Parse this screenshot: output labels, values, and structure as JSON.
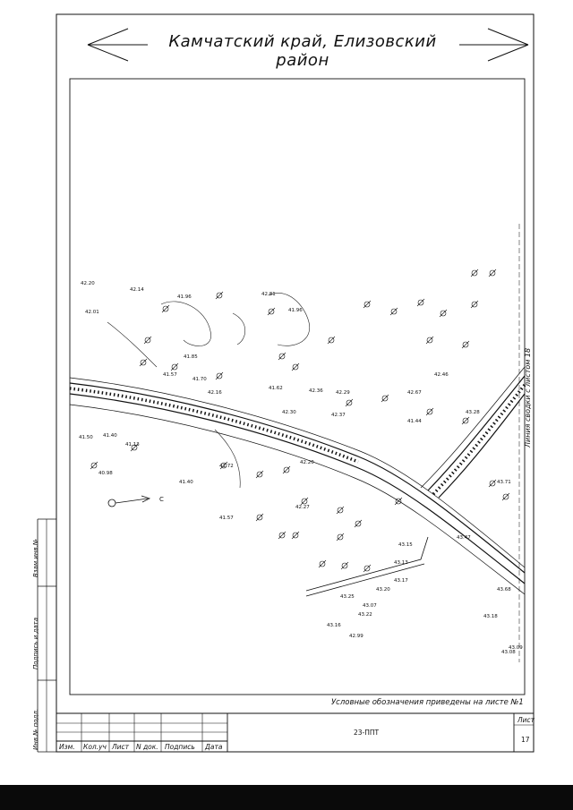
{
  "header": {
    "title": "Камчатский край, Елизовский район"
  },
  "map": {
    "side_note": "Линия сводки с листом 18",
    "spot_heights": [
      "42.20",
      "42.14",
      "41.96",
      "41.96",
      "42.01",
      "42.81",
      "41.85",
      "41.57",
      "41.70",
      "42.16",
      "41.62",
      "41.50",
      "41.40",
      "41.13",
      "40.98",
      "41.72",
      "41.57",
      "41.40",
      "42.36",
      "42.37",
      "42.30",
      "42.20",
      "42.29",
      "42.27",
      "42.46",
      "41.44",
      "43.15",
      "43.20",
      "43.13",
      "43.16",
      "42.99",
      "43.07",
      "43.22",
      "43.25",
      "43.17",
      "43.47",
      "43.18",
      "43.08",
      "43.09",
      "43.68",
      "43.71",
      "43.28",
      "42.67"
    ],
    "north_label": "С"
  },
  "note": "Условные обозначения приведены на листе №1",
  "side_columns": {
    "inv_orig": "Инв.№ подл.",
    "sign_date": "Подпись и дата",
    "inv_repl": "Взам.инв.№"
  },
  "title_block": {
    "headers": [
      "Изм.",
      "Кол.уч",
      "Лист",
      "N док.",
      "Подпись",
      "Дата"
    ],
    "code": "23-ППТ",
    "sheet_label": "Лист",
    "sheet_number": "17"
  }
}
